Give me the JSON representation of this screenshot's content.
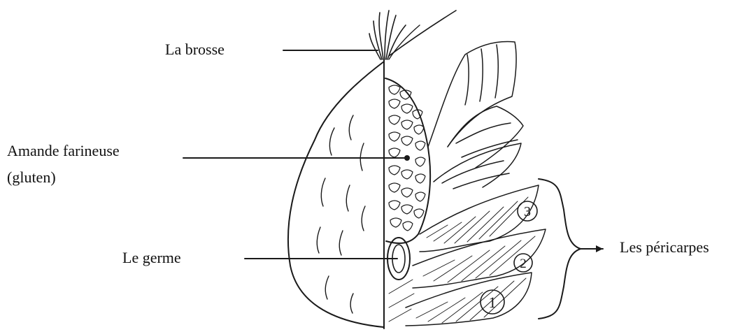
{
  "labels": {
    "brosse": "La brosse",
    "amande_line1": "Amande farineuse",
    "amande_line2": "(gluten)",
    "germe": "Le germe",
    "pericarpes": "Les péricarpes"
  },
  "layer_numbers": {
    "one": "1",
    "two": "2",
    "three": "3"
  },
  "colors": {
    "ink": "#1a1a1a",
    "background": "#ffffff"
  }
}
